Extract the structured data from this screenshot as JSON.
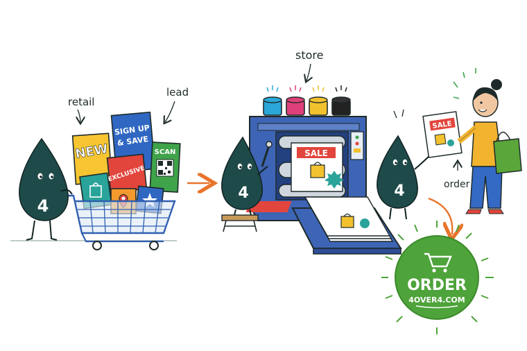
{
  "annotations": {
    "retail": "retail",
    "lead": "lead",
    "store": "store",
    "order": "order"
  },
  "cart_flyers": {
    "new": "NEW",
    "signup_line1": "SIGN UP",
    "signup_line2": "& SAVE",
    "exclusive": "EXCLUSIVE",
    "scan": "SCAN"
  },
  "mascot": {
    "number": "4"
  },
  "press": {
    "roller_sale": "SALE",
    "output_sale": "SALE"
  },
  "customer": {
    "flyer_sale": "SALE"
  },
  "order_badge": {
    "title": "ORDER",
    "url": "4OVER4.COM"
  },
  "colors": {
    "mascot": "#1f4a4a",
    "press_blue": "#3e64b5",
    "order_green": "#4ea33a",
    "arrow_orange": "#e8742c",
    "sale_red": "#e2453c",
    "ink_cyan": "#2aa7d8",
    "ink_magenta": "#e0407a",
    "ink_yellow": "#f2c12e",
    "ink_black": "#222222"
  },
  "icons": [
    "cart-icon",
    "qr-code-icon",
    "shopping-bag-icon",
    "location-pin-icon",
    "star-icon",
    "arrow-icon"
  ]
}
